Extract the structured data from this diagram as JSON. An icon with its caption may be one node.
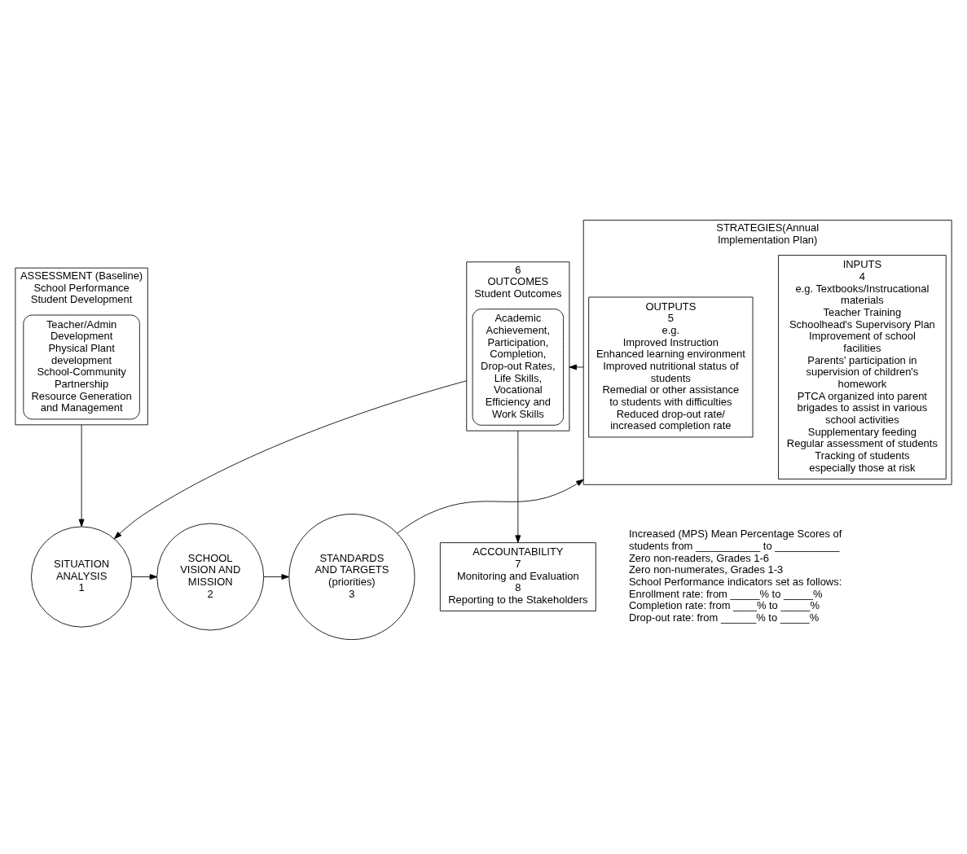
{
  "diagram": {
    "nodes": [
      {
        "text": [
          "ASSESSMENT (Baseline)",
          "School Performance",
          "Student Development"
        ]
      },
      {
        "text": [
          "Teacher/Admin Development",
          "Physical Plant development",
          "School-Community Partnership",
          "Resource Generation and Management"
        ],
        "in": 0
      },
      {
        "text": [
          "STRATEGIES(Annual Implementation Plan)"
        ]
      },
      {
        "text": [
          "INPUTS",
          "4",
          "e.g. Textbooks/Instrucational materials",
          "Teacher Training",
          "Schoolhead's Supervisory Plan",
          "Improvement of school facilities",
          "Parents' participation in supervision of children's homework",
          "PTCA organized into parent brigades to assist in various school activities",
          "Supplementary feeding",
          "Regular assessment of students",
          "Tracking of students especially those at risk"
        ],
        "in": 2
      },
      {
        "text": [
          "OUTPUTS",
          "5",
          "e.g.",
          "Improved Instruction",
          "Enhanced learning environment",
          "Improved nutritional status of students",
          "Remedial or other assistance to students with difficulties",
          "Reduced drop-out rate/ increased completion rate"
        ],
        "in": 2
      },
      {
        "text": [
          "6",
          "OUTCOMES",
          "Student Outcomes"
        ]
      },
      {
        "text": [
          "Academic Achievement, Participation, Completion, Drop-out Rates, Life Skills, Vocational Efficiency and Work Skills"
        ],
        "in": 5
      },
      {
        "text": [
          "SITUATION ANALYSIS",
          "1"
        ]
      },
      {
        "text": [
          "SCHOOL VISION AND MISSION",
          "2"
        ]
      },
      {
        "text": [
          "STANDARDS AND TARGETS",
          "(priorities)",
          "3"
        ]
      },
      {
        "text": [
          "ACCOUNTABILITY",
          "7",
          "Monitoring and Evaluation",
          "8",
          "Reporting to the Stakeholders"
        ]
      }
    ],
    "edges": [
      {
        "from": 0,
        "to": 7,
        "arrow": "to"
      },
      {
        "from": 7,
        "to": 8,
        "arrow": "to"
      },
      {
        "from": 8,
        "to": 9,
        "arrow": "to"
      },
      {
        "from": 9,
        "to": 2,
        "arrow": "to"
      },
      {
        "from": 2,
        "to": 5,
        "arrow": "to"
      },
      {
        "from": 5,
        "to": 10,
        "arrow": "to"
      },
      {
        "from": 5,
        "to": 7,
        "arrow": "to"
      }
    ],
    "labels": [
      "Increased (MPS) Mean Percentage Scores of students from ___________ to ___________",
      "Zero non-readers, Grades 1-6",
      "Zero non-numerates, Grades 1-3",
      "School Performance indicators set as follows:",
      "Enrollment rate: from _____% to _____%",
      "Completion rate: from ____% to _____%",
      "Drop-out rate: from ______% to _____%"
    ]
  }
}
